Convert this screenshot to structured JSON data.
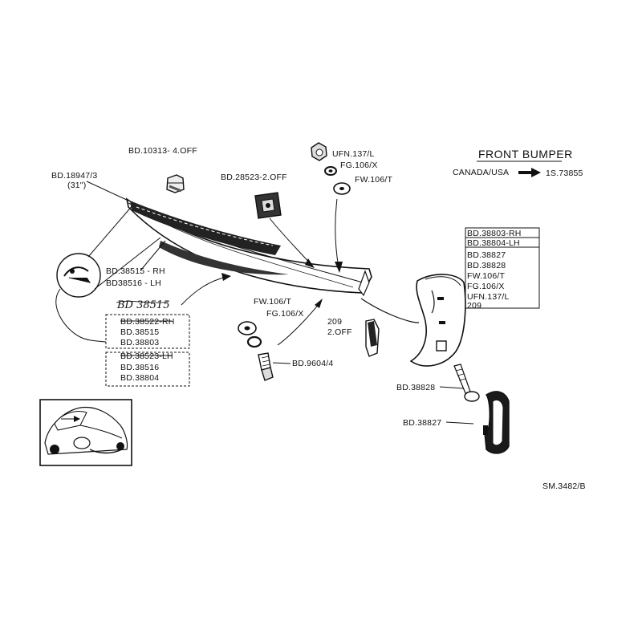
{
  "title": "FRONT BUMPER",
  "canada_usa": {
    "label": "CANADA/USA",
    "ref": "1S.73855"
  },
  "figure_ref": "SM.3482/B",
  "labels": {
    "stop": "BD.10313- 4.OFF",
    "bar_part": "BD.18947/3",
    "bar_length": "(31\")",
    "pad_part": "BD.28523-2.OFF",
    "top_nut": "UFN.137/L",
    "top_washer1": "FG.106/X",
    "top_washer2": "FW.106/T",
    "blade_rh": "BD.38515 - RH",
    "blade_lh": "BD38516 - LH",
    "handwritten": "BD 38515",
    "bolt_washer1": "FW.106/T",
    "bolt_washer2": "FG.106/X",
    "bolt": "BD.9604/4",
    "clip_qty": "209",
    "clip_off": "2.OFF",
    "over_bolt": "BD.38828",
    "over_rider": "BD.38827"
  },
  "box_left_upper": [
    "BD.38522-RH",
    "BD.38515",
    "BD.38803"
  ],
  "box_left_lower": [
    "BD.38523-LH",
    "BD.38516",
    "BD.38804"
  ],
  "box_right": [
    "BD.38803-RH",
    "BD.38804-LH",
    "BD.38827",
    "BD.38828",
    "FW.106/T",
    "FG.106/X",
    "UFN.137/L",
    "209"
  ],
  "icons": [
    "bumper-blade-icon",
    "nut-icon",
    "washer-icon",
    "bolt-icon",
    "arrow-right-icon",
    "car-thumbnail-icon"
  ]
}
